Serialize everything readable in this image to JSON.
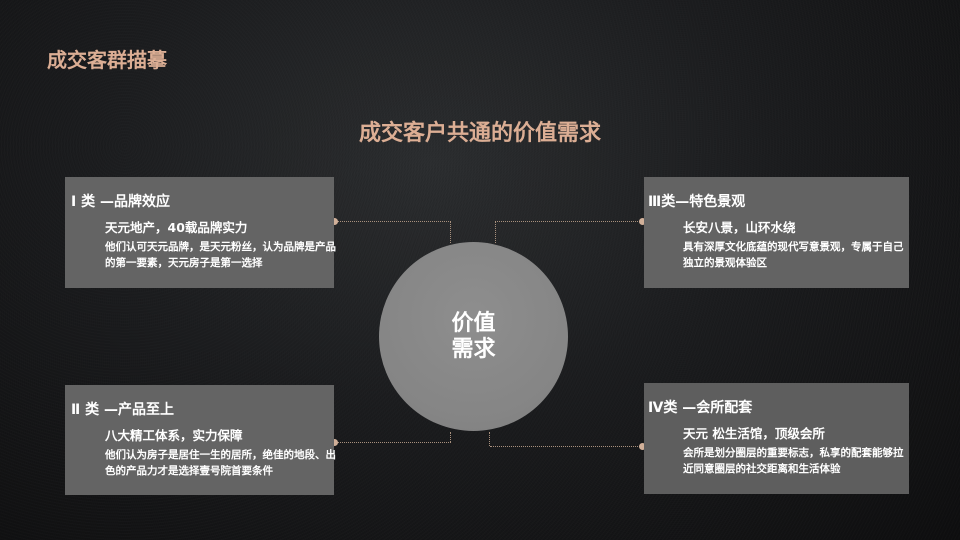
{
  "slide": {
    "section_title": "成交客群描摹",
    "main_title": "成交客户共通的价值需求",
    "center": {
      "line1": "价值",
      "line2": "需求"
    },
    "cards": [
      {
        "position": "top-left",
        "title": "Ⅰ 类 —品牌效应",
        "subtitle": "天元地产，40载品牌实力",
        "body": "他们认可天元品牌，是天元粉丝，认为品牌是产品的第一要素，天元房子是第一选择"
      },
      {
        "position": "top-right",
        "title": "Ⅲ类—特色景观",
        "subtitle": "长安八景，山环水绕",
        "body": "具有深厚文化底蕴的现代写意景观，专属于自己独立的景观体验区"
      },
      {
        "position": "bottom-left",
        "title": "Ⅱ 类 —产品至上",
        "subtitle": "八大精工体系，实力保障",
        "body": "他们认为房子是居住一生的居所，绝佳的地段、出色的产品力才是选择壹号院首要条件"
      },
      {
        "position": "bottom-right",
        "title": "Ⅳ类 —会所配套",
        "subtitle": "天元 松生活馆，顶级会所",
        "body": "会所是划分圈层的重要标志，私享的配套能够拉近同意圈层的社交距离和生活体验"
      }
    ],
    "colors": {
      "accent": "#dcae94",
      "card_bg": "#646464",
      "circle_bg": "#888888",
      "connector": "#a8907d"
    }
  }
}
